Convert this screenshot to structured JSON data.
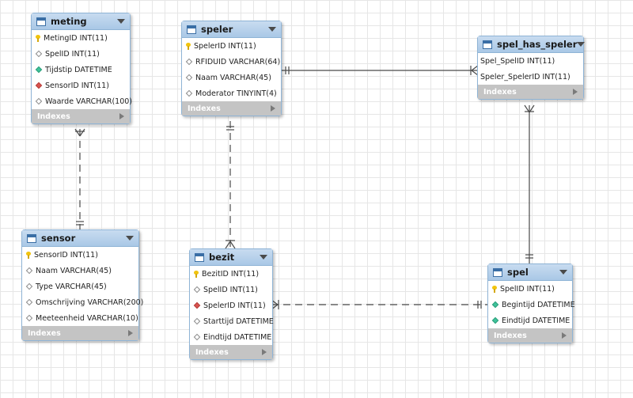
{
  "entities": {
    "meting": {
      "title": "meting",
      "fields": [
        {
          "text": "MetingID INT(11)",
          "icon": "primary-key-icon"
        },
        {
          "text": "SpelID INT(11)",
          "icon": "column-icon"
        },
        {
          "text": "Tijdstip DATETIME",
          "icon": "not-null-column-icon"
        },
        {
          "text": "SensorID INT(11)",
          "icon": "foreign-key-icon"
        },
        {
          "text": "Waarde VARCHAR(100)",
          "icon": "column-icon"
        }
      ],
      "indexes_label": "Indexes"
    },
    "speler": {
      "title": "speler",
      "fields": [
        {
          "text": "SpelerID INT(11)",
          "icon": "primary-key-icon"
        },
        {
          "text": "RFIDUID VARCHAR(64)",
          "icon": "column-icon"
        },
        {
          "text": "Naam VARCHAR(45)",
          "icon": "column-icon"
        },
        {
          "text": "Moderator TINYINT(4)",
          "icon": "column-icon"
        }
      ],
      "indexes_label": "Indexes"
    },
    "spel_has_speler": {
      "title": "spel_has_speler",
      "fields": [
        {
          "text": "Spel_SpelID INT(11)"
        },
        {
          "text": "Speler_SpelerID INT(11)"
        }
      ],
      "indexes_label": "Indexes"
    },
    "sensor": {
      "title": "sensor",
      "fields": [
        {
          "text": "SensorID INT(11)",
          "icon": "primary-key-icon"
        },
        {
          "text": "Naam VARCHAR(45)",
          "icon": "column-icon"
        },
        {
          "text": "Type VARCHAR(45)",
          "icon": "column-icon"
        },
        {
          "text": "Omschrijving VARCHAR(200)",
          "icon": "column-icon"
        },
        {
          "text": "Meeteenheid VARCHAR(10)",
          "icon": "column-icon"
        }
      ],
      "indexes_label": "Indexes"
    },
    "bezit": {
      "title": "bezit",
      "fields": [
        {
          "text": "BezitID INT(11)",
          "icon": "primary-key-icon"
        },
        {
          "text": "SpelID INT(11)",
          "icon": "column-icon"
        },
        {
          "text": "SpelerID INT(11)",
          "icon": "foreign-key-icon"
        },
        {
          "text": "Starttijd DATETIME",
          "icon": "column-icon"
        },
        {
          "text": "Eindtijd DATETIME",
          "icon": "column-icon"
        }
      ],
      "indexes_label": "Indexes"
    },
    "spel": {
      "title": "spel",
      "fields": [
        {
          "text": "SpelID INT(11)",
          "icon": "primary-key-icon"
        },
        {
          "text": "Begintijd DATETIME",
          "icon": "not-null-column-icon"
        },
        {
          "text": "Eindtijd DATETIME",
          "icon": "not-null-column-icon"
        }
      ],
      "indexes_label": "Indexes"
    }
  },
  "relationships": [
    {
      "from": "meting",
      "to": "sensor",
      "style": "dashed",
      "end_from": "many",
      "end_to": "one"
    },
    {
      "from": "speler",
      "to": "bezit",
      "style": "dashed",
      "end_from": "one",
      "end_to": "many"
    },
    {
      "from": "speler",
      "to": "spel_has_speler",
      "style": "solid",
      "end_from": "one",
      "end_to": "many"
    },
    {
      "from": "spel_has_speler",
      "to": "spel",
      "style": "solid",
      "end_from": "many",
      "end_to": "one"
    },
    {
      "from": "bezit",
      "to": "spel",
      "style": "dashed",
      "end_from": "many",
      "end_to": "one"
    }
  ],
  "colors": {
    "header": "#a9c8e6",
    "indexes_bar": "#c4c4c4",
    "key": "#f1c40f",
    "foreign_key": "#d9534f",
    "not_null": "#3ec39a",
    "connector": "#4a4a4a"
  }
}
